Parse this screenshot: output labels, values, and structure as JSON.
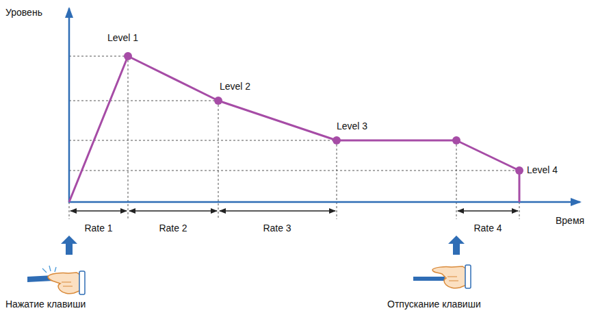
{
  "diagram": {
    "labels": [
      "Уровень",
      "Level 1",
      "Level 2",
      "Level 3",
      "Level 4",
      "Rate 1",
      "Rate 2",
      "Rate 3",
      "Rate 4",
      "Время",
      "Нажатие клавиши",
      "Отпускание клавиши"
    ]
  }
}
